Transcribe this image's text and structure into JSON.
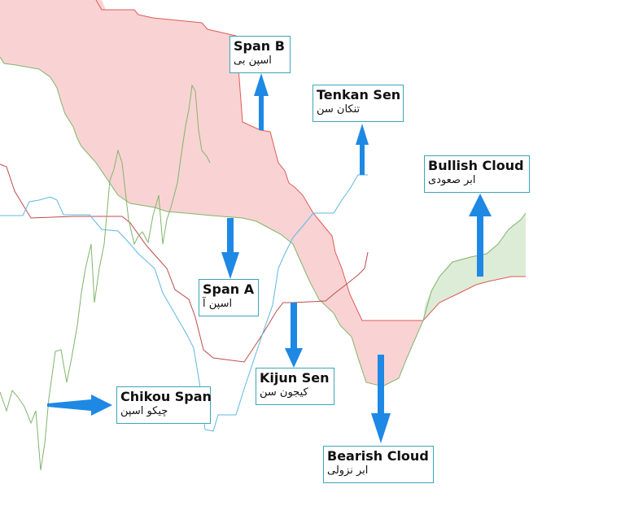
{
  "colors": {
    "bearish_fill": "#f9d3d3",
    "bullish_fill": "#dcecd6",
    "span_a": "#7fb56a",
    "span_b": "#e05a5a",
    "tenkan": "#5fb7e6",
    "kijun": "#c04a4a",
    "chikou": "#7fb56a",
    "arrow": "#1e88e5",
    "box_border": "#3aa6b9"
  },
  "labels": {
    "span_b": {
      "en": "Span B",
      "fa": "اسپن بی"
    },
    "tenkan": {
      "en": "Tenkan Sen",
      "fa": "تنکان سن"
    },
    "bullish": {
      "en": "Bullish Cloud",
      "fa": "ابر صعودی"
    },
    "span_a": {
      "en": "Span A",
      "fa": "اسپن آ"
    },
    "kijun": {
      "en": "Kijun Sen",
      "fa": "کیجون سن"
    },
    "chikou": {
      "en": "Chikou Span",
      "fa": "چیکو اسپن"
    },
    "bearish": {
      "en": "Bearish Cloud",
      "fa": "ابر نزولی"
    }
  }
}
